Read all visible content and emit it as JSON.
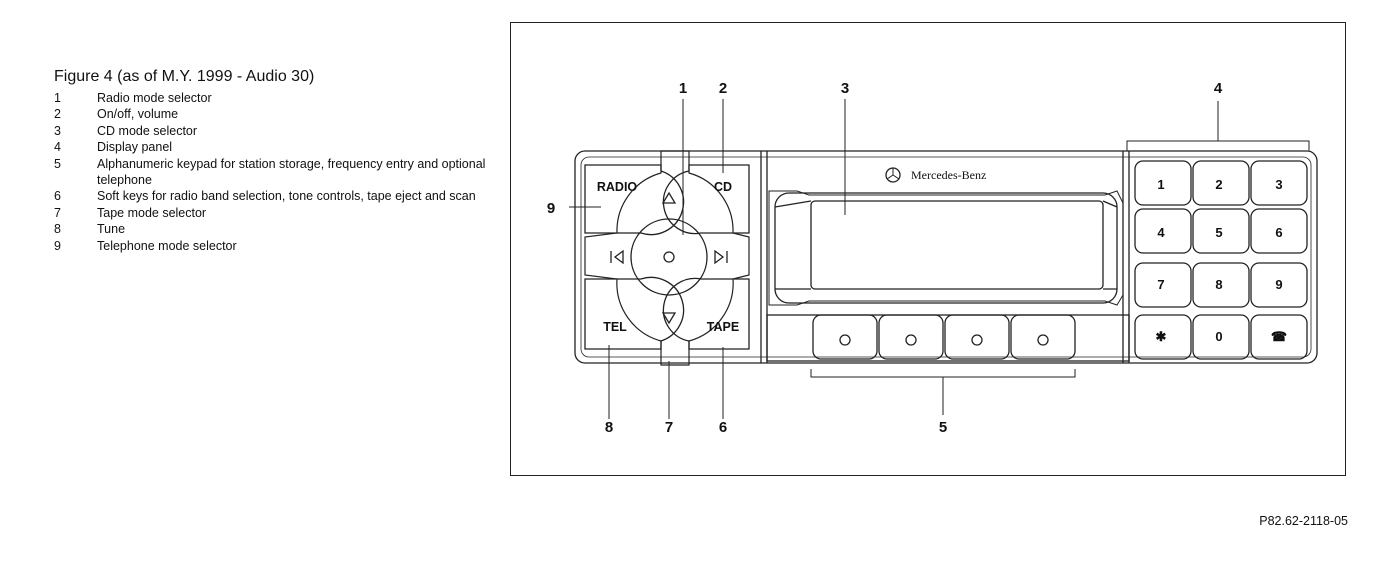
{
  "caption": {
    "title": "Figure 4 (as of M.Y. 1999 - Audio 30)",
    "items": [
      {
        "num": "1",
        "text": "Radio mode selector"
      },
      {
        "num": "2",
        "text": "On/off, volume"
      },
      {
        "num": "3",
        "text": "CD mode selector"
      },
      {
        "num": "4",
        "text": "Display panel"
      },
      {
        "num": "5",
        "text": "Alphanumeric keypad for station storage, frequency entry and optional telephone"
      },
      {
        "num": "6",
        "text": "Soft keys for radio band selection, tone controls, tape eject  and scan"
      },
      {
        "num": "7",
        "text": "Tape mode selector"
      },
      {
        "num": "8",
        "text": "Tune"
      },
      {
        "num": "9",
        "text": "Telephone mode selector"
      }
    ]
  },
  "diagram": {
    "brand": "Mercedes-Benz",
    "buttons": {
      "radio": "RADIO",
      "cd": "CD",
      "tel": "TEL",
      "tape": "TAPE"
    },
    "keypad": [
      "1",
      "2",
      "3",
      "4",
      "5",
      "6",
      "7",
      "8",
      "9",
      "✱",
      "0",
      "☎"
    ],
    "callouts": {
      "c1": "1",
      "c2": "2",
      "c3": "3",
      "c4": "4",
      "c5": "5",
      "c6": "6",
      "c7": "7",
      "c8": "8",
      "c9": "9"
    }
  },
  "reference_code": "P82.62-2118-05"
}
